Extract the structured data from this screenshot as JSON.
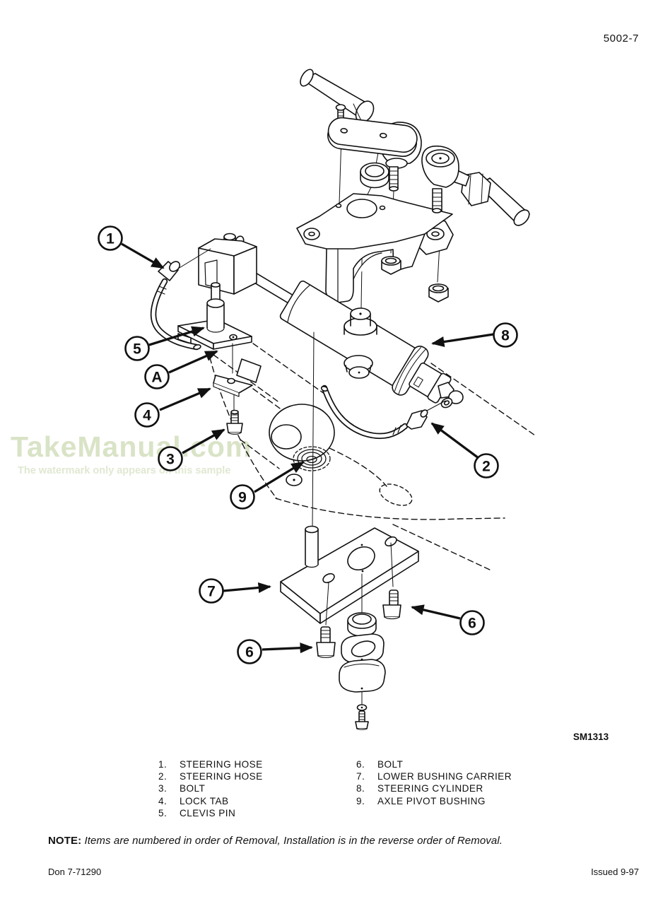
{
  "page": {
    "number": "5002-7",
    "footer_left": "Don 7-71290",
    "footer_right": "Issued 9-97"
  },
  "watermark": {
    "title": "TakeManual.com",
    "tagline": "The watermark only appears on this sample",
    "color": "#d9e3c6"
  },
  "figure": {
    "code": "SM1313",
    "callouts": {
      "c1": "1",
      "c2": "2",
      "c3": "3",
      "c4": "4",
      "c5": "5",
      "c6a": "6",
      "c6b": "6",
      "c7": "7",
      "c8": "8",
      "c9": "9",
      "cA": "A"
    }
  },
  "parts_list": {
    "left": [
      {
        "num": "1.",
        "label": "STEERING HOSE"
      },
      {
        "num": "2.",
        "label": "STEERING HOSE"
      },
      {
        "num": "3.",
        "label": "BOLT"
      },
      {
        "num": "4.",
        "label": "LOCK TAB"
      },
      {
        "num": "5.",
        "label": "CLEVIS PIN"
      }
    ],
    "right": [
      {
        "num": "6.",
        "label": "BOLT"
      },
      {
        "num": "7.",
        "label": "LOWER BUSHING CARRIER"
      },
      {
        "num": "8.",
        "label": "STEERING CYLINDER"
      },
      {
        "num": "9.",
        "label": "AXLE PIVOT BUSHING"
      }
    ]
  },
  "note": {
    "label": "NOTE:",
    "text": "Items are numbered in order of Removal, Installation is in the reverse order of Removal."
  }
}
